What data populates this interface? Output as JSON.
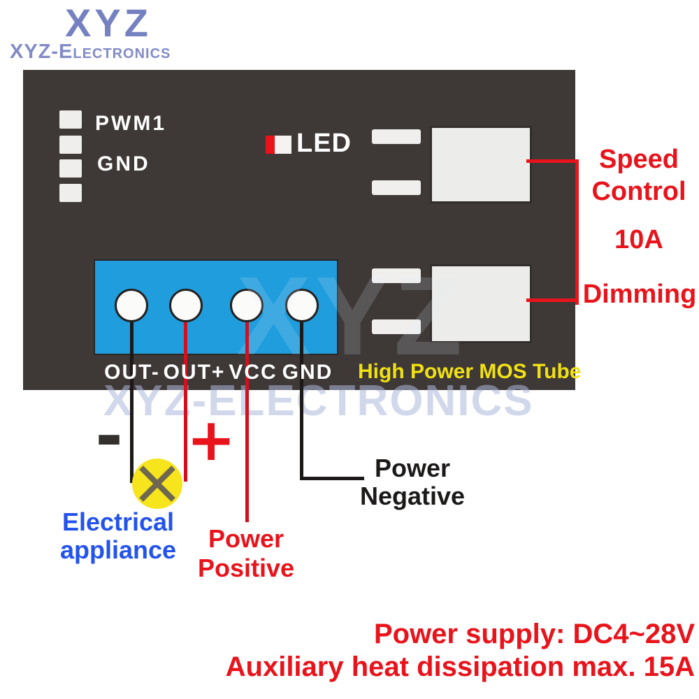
{
  "logo": {
    "title": "XYZ",
    "subtitle": "XYZ-Electronics"
  },
  "board": {
    "pin_labels": {
      "pwm": "PWM1",
      "gnd": "GND"
    },
    "led_label": "LED",
    "mos_caption": "High Power MOS Tube",
    "terminals": [
      "OUT-",
      "OUT+",
      "VCC",
      "GND"
    ]
  },
  "watermark": {
    "big": "XYZ",
    "banner": "XYZ-Electronics"
  },
  "annotations": {
    "speed_line1": "Speed",
    "speed_line2": "Control",
    "current_rating": "10A",
    "dimming": "Dimming",
    "minus_sign": "-",
    "plus_sign": "+",
    "appliance_line1": "Electrical",
    "appliance_line2": "appliance",
    "power_positive_line1": "Power",
    "power_positive_line2": "Positive",
    "power_negative_line1": "Power",
    "power_negative_line2": "Negative"
  },
  "specs": {
    "line1": "Power supply: DC4~28V",
    "line2": "Auxiliary heat dissipation max. 15A"
  },
  "colors": {
    "board_dark": "#3e3837",
    "terminal_blue": "#1f9ddd",
    "annotation_red": "#e8131b",
    "wire_red": "#d4101f",
    "wire_black": "#1d1918",
    "mos_caption_yellow": "#f0e013",
    "lamp_yellow": "#f6e41c",
    "logo_purple": "#7681c1",
    "appliance_blue": "#2353ea",
    "watermark_blue": "#b9c3dd"
  }
}
